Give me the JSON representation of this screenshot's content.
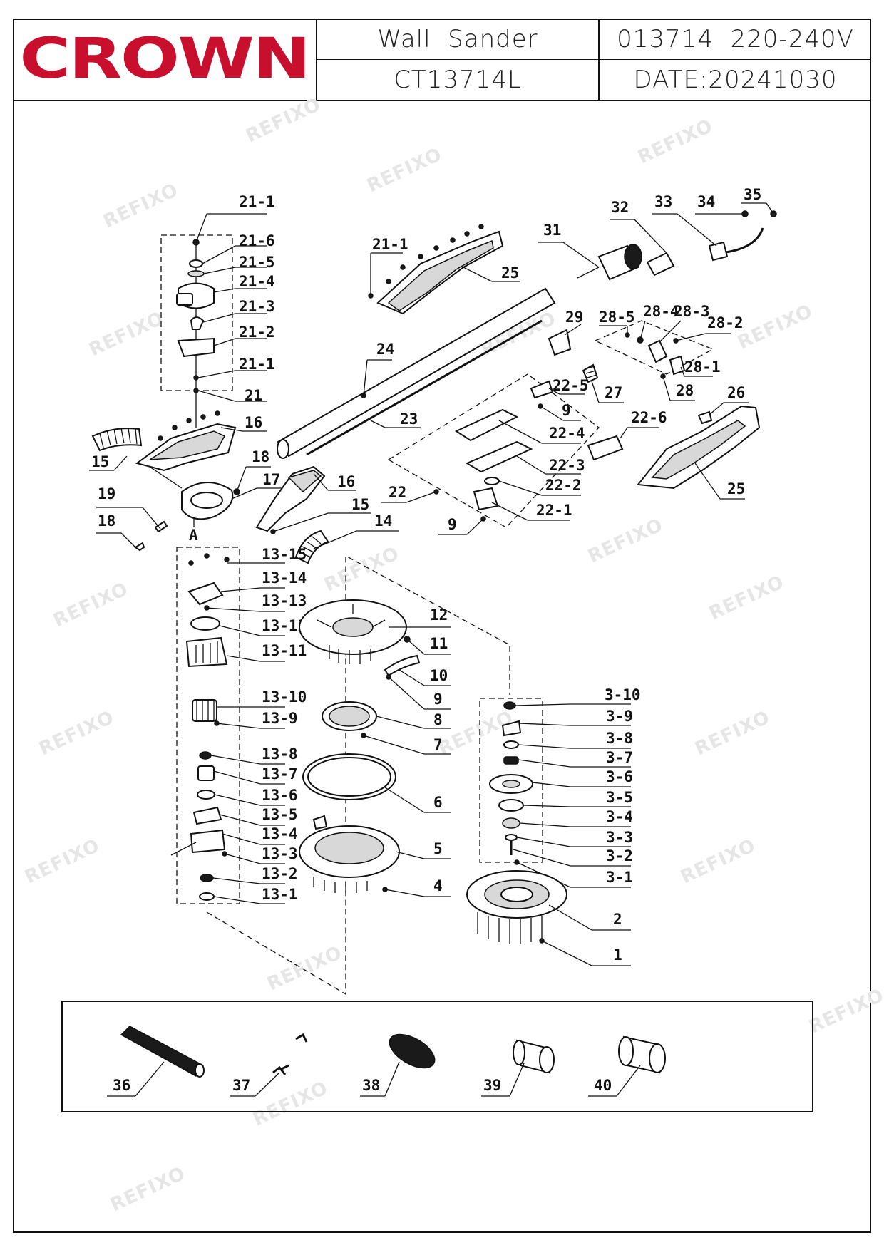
{
  "header": {
    "logo": "CROWN",
    "title": "Wall  Sander",
    "code": "013714  220-240V",
    "model": "CT13714L",
    "date": "DATE:20241030"
  },
  "colors": {
    "brand": "#c8102e",
    "line": "#111111",
    "watermark": "#e6e6e6"
  },
  "watermark": "REFIXO",
  "labels": {
    "l21_1a": "21-1",
    "l21_6": "21-6",
    "l21_5": "21-5",
    "l21_4": "21-4",
    "l21_3": "21-3",
    "l21_2": "21-2",
    "l21_1b": "21-1",
    "l21": "21",
    "l16a": "16",
    "l15a": "15",
    "l18a": "18",
    "l17": "17",
    "l19": "19",
    "l18b": "18",
    "lA": "A",
    "l16b": "16",
    "l15b": "15",
    "l14": "14",
    "l21_1c": "21-1",
    "l25a": "25",
    "l31": "31",
    "l32": "32",
    "l33": "33",
    "l34": "34",
    "l35": "35",
    "l24": "24",
    "l23": "23",
    "l29": "29",
    "l28_5": "28-5",
    "l28_4": "28-4",
    "l28_3": "28-3",
    "l28_2": "28-2",
    "l28_1": "28-1",
    "l28": "28",
    "l27": "27",
    "l26": "26",
    "l25b": "25",
    "l22_5": "22-5",
    "l9a": "9",
    "l22_4": "22-4",
    "l22_6": "22-6",
    "l22_3": "22-3",
    "l22_2": "22-2",
    "l22": "22",
    "l22_1": "22-1",
    "l9b": "9",
    "l13_15": "13-15",
    "l13_14": "13-14",
    "l13_13": "13-13",
    "l13_12": "13-12",
    "l13_11": "13-11",
    "l13_10": "13-10",
    "l13_9": "13-9",
    "l13_8": "13-8",
    "l13_7": "13-7",
    "l13_6": "13-6",
    "l13_5": "13-5",
    "l13_4": "13-4",
    "l13_3": "13-3",
    "l13_2": "13-2",
    "l13_1": "13-1",
    "l12": "12",
    "l11": "11",
    "l10": "10",
    "l9c": "9",
    "l8": "8",
    "l7": "7",
    "l6": "6",
    "l5": "5",
    "l4": "4",
    "l3_10": "3-10",
    "l3_9": "3-9",
    "l3_8": "3-8",
    "l3_7": "3-7",
    "l3_6": "3-6",
    "l3_5": "3-5",
    "l3_4": "3-4",
    "l3_3": "3-3",
    "l3_2": "3-2",
    "l3_1": "3-1",
    "l2": "2",
    "l1": "1",
    "l36": "36",
    "l37": "37",
    "l38": "38",
    "l39": "39",
    "l40": "40"
  }
}
